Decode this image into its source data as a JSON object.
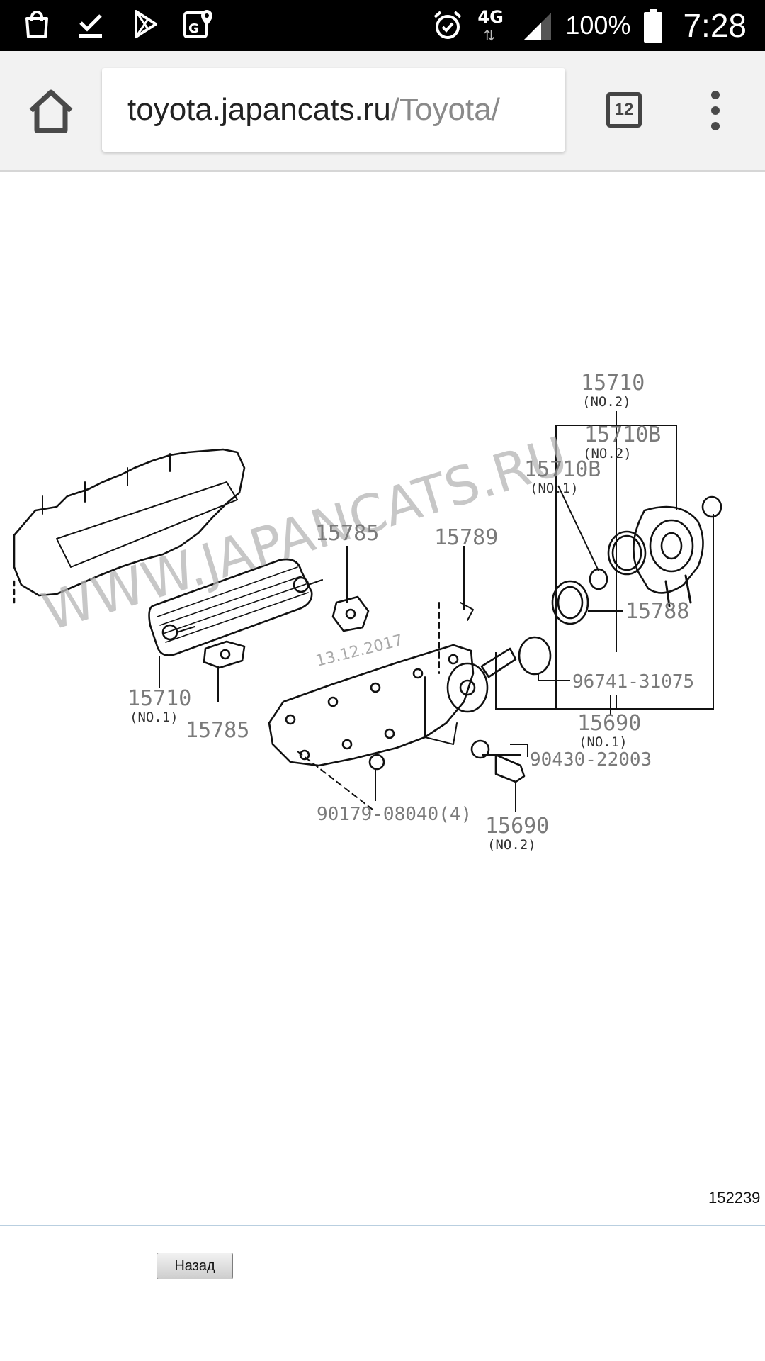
{
  "status_bar": {
    "network": "4G",
    "battery": "100%",
    "time": "7:28",
    "icons": [
      "shopping-bag-icon",
      "download-done-icon",
      "play-store-icon",
      "maps-icon",
      "alarm-icon",
      "signal-icon",
      "battery-icon"
    ]
  },
  "browser": {
    "url_domain": "toyota.japancats.ru",
    "url_path": "/Toyota/",
    "tab_count": "12"
  },
  "diagram": {
    "watermark": "WWW.JAPANCATS.RU",
    "date_stamp": "13.12.2017",
    "figure_number": "152239",
    "parts": [
      {
        "code": "15710",
        "note": "(NO.2)"
      },
      {
        "code": "15710B",
        "note": "(NO.2)"
      },
      {
        "code": "15710B",
        "note": "(NO.1)"
      },
      {
        "code": "15785",
        "note": ""
      },
      {
        "code": "15789",
        "note": ""
      },
      {
        "code": "15788",
        "note": ""
      },
      {
        "code": "96741-31075",
        "note": ""
      },
      {
        "code": "15710",
        "note": "(NO.1)"
      },
      {
        "code": "15785",
        "note": ""
      },
      {
        "code": "15690",
        "note": "(NO.1)"
      },
      {
        "code": "90430-22003",
        "note": ""
      },
      {
        "code": "90179-08040(4)",
        "note": ""
      },
      {
        "code": "15690",
        "note": "(NO.2)"
      }
    ]
  },
  "footer": {
    "back_label": "Назад"
  },
  "colors": {
    "statusbar": "#000000",
    "toolbar": "#f2f2f2",
    "label_text": "#7a7a7a",
    "watermark": "#b4b4b4",
    "divider": "#b9cfe0"
  }
}
